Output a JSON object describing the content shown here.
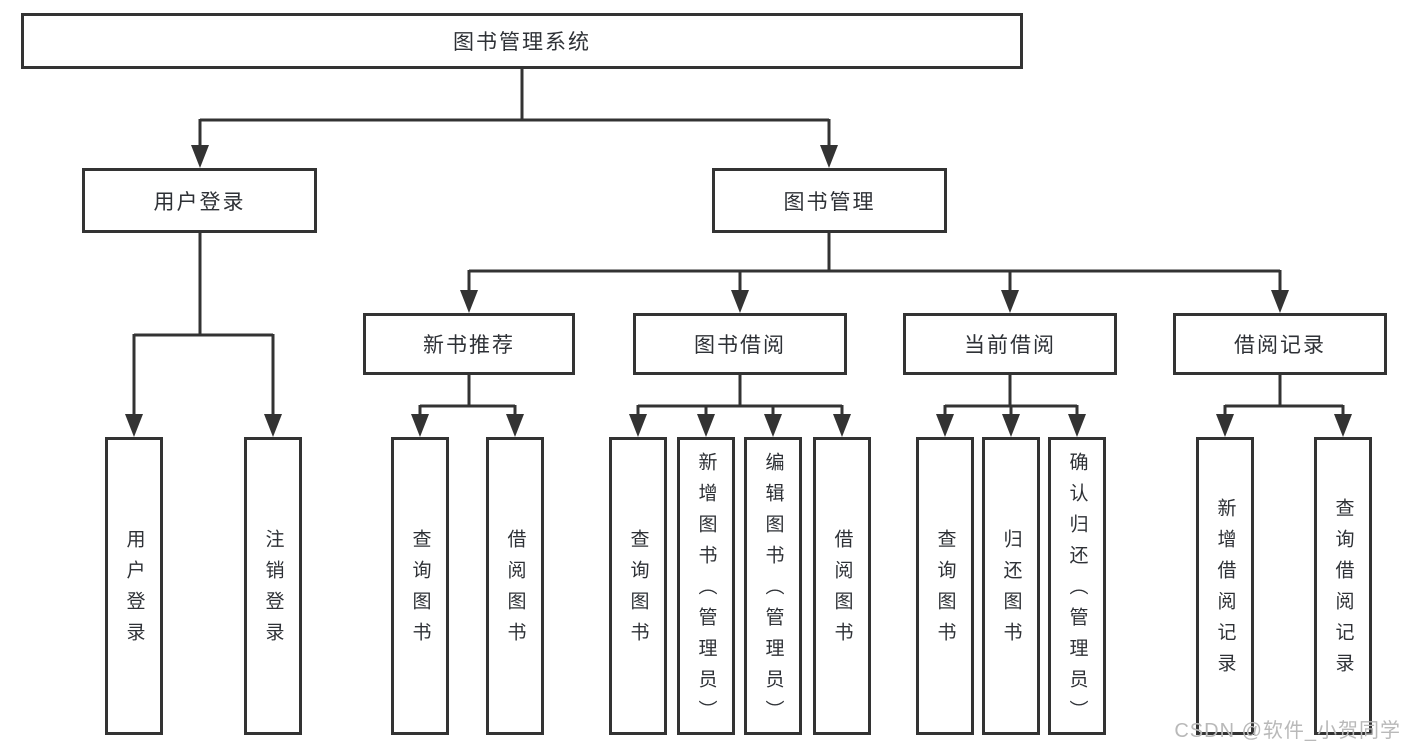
{
  "diagram": {
    "type": "hierarchy-tree",
    "title": "图书管理系统",
    "colors": {
      "line": "#333333",
      "box_border": "#333333",
      "text": "#2e3136",
      "background": "#ffffff",
      "watermark": "#b9b9b9"
    }
  },
  "tree": {
    "root": "图书管理系统",
    "branches": [
      {
        "label": "用户登录",
        "leaves": [
          "用户登录",
          "注销登录"
        ]
      },
      {
        "label": "图书管理",
        "groups": [
          {
            "label": "新书推荐",
            "leaves": [
              "查询图书",
              "借阅图书"
            ]
          },
          {
            "label": "图书借阅",
            "leaves": [
              "查询图书",
              "新增图书（管理员）",
              "编辑图书（管理员）",
              "借阅图书"
            ]
          },
          {
            "label": "当前借阅",
            "leaves": [
              "查询图书",
              "归还图书",
              "确认归还（管理员）"
            ]
          },
          {
            "label": "借阅记录",
            "leaves": [
              "新增借阅记录",
              "查询借阅记录"
            ]
          }
        ]
      }
    ]
  },
  "watermark": {
    "text": "CSDN @软件_小贺同学"
  }
}
